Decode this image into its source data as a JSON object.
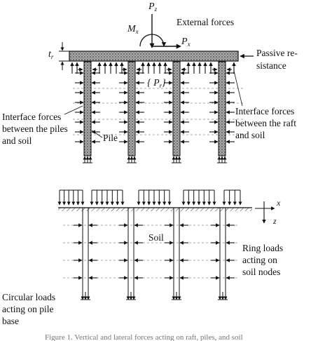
{
  "top": {
    "pz_main": "P",
    "pz_sub": "z",
    "mx_main": "M",
    "mx_sub": "x",
    "px_main": "P",
    "px_sub": "x",
    "tr_main": "t",
    "tr_sub": "r",
    "pr_main": "{ P",
    "pr_sub": "r",
    "pr_close": "}",
    "external_forces": "External forces",
    "passive_line1": "Passive re-",
    "passive_line2": "sistance",
    "interface_piles_line1": "Interface forces",
    "interface_piles_line2": "between the piles",
    "interface_piles_line3": "and soil",
    "pile": "Pile",
    "interface_raft_line1": "Interface forces",
    "interface_raft_line2": "between the raft",
    "interface_raft_line3": "and soil"
  },
  "bottom": {
    "soil": "Soil",
    "axis_x": "x",
    "axis_z": "z",
    "ring_line1": "Ring loads",
    "ring_line2": "acting on",
    "ring_line3": "soil nodes",
    "circular_line1": "Circular loads",
    "circular_line2": "acting on pile",
    "circular_line3": "base"
  },
  "caption": "Figure 1. Vertical and lateral forces acting on raft, piles, and soil"
}
